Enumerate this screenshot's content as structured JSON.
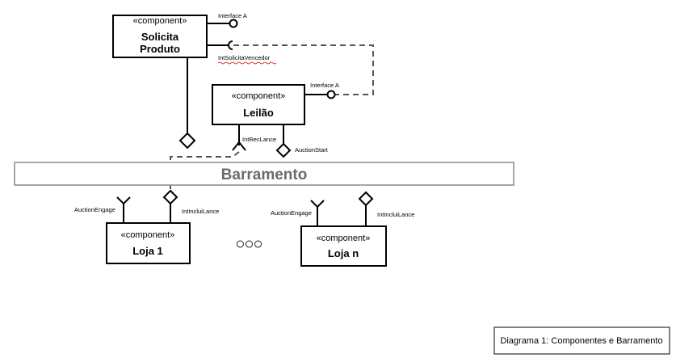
{
  "components": {
    "solicita": {
      "stereotype": "«component»",
      "name_line1": "Solicita",
      "name_line2": "Produto"
    },
    "leilao": {
      "stereotype": "«component»",
      "name": "Leilão"
    },
    "loja1": {
      "stereotype": "«component»",
      "name": "Loja 1"
    },
    "lojan": {
      "stereotype": "«component»",
      "name": "Loja n"
    }
  },
  "interfaces": {
    "solicita_provided": "Interface A",
    "solicita_required": "IntSolicitaVencedor",
    "leilao_provided": "Interface A",
    "leilao_required": "IntRecLance",
    "leilao_port": "AuctionStart",
    "loja1_required": "AuctionEngage",
    "loja1_port": "IntIncluiLance",
    "lojan_required": "AuctionEngage",
    "lojan_port": "IntIncluiLance"
  },
  "bus": {
    "label": "Barramento"
  },
  "ellipsis": "○○○",
  "caption": "Diagrama 1: Componentes e Barramento",
  "colors": {
    "stroke": "#000000",
    "bus_text": "#6b6b6b",
    "dashed": "#555555",
    "squiggle": "#cc0000"
  }
}
